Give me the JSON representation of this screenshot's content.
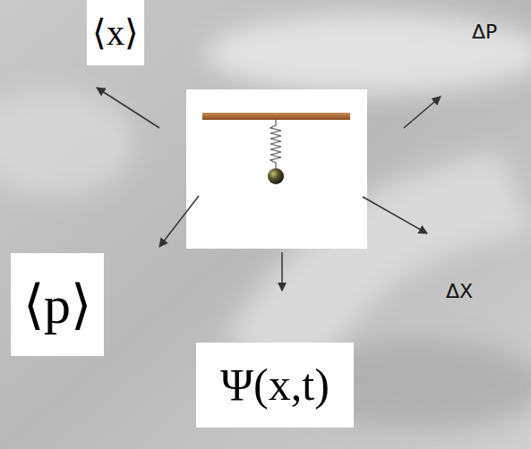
{
  "diagram": {
    "nodes": [
      {
        "text": [
          "⟨x⟩"
        ]
      },
      {
        "text": [
          "⟨p⟩"
        ]
      },
      {
        "text": [
          "Ψ(x,t)"
        ]
      }
    ],
    "labels": [
      "ΔP",
      "ΔX"
    ]
  }
}
